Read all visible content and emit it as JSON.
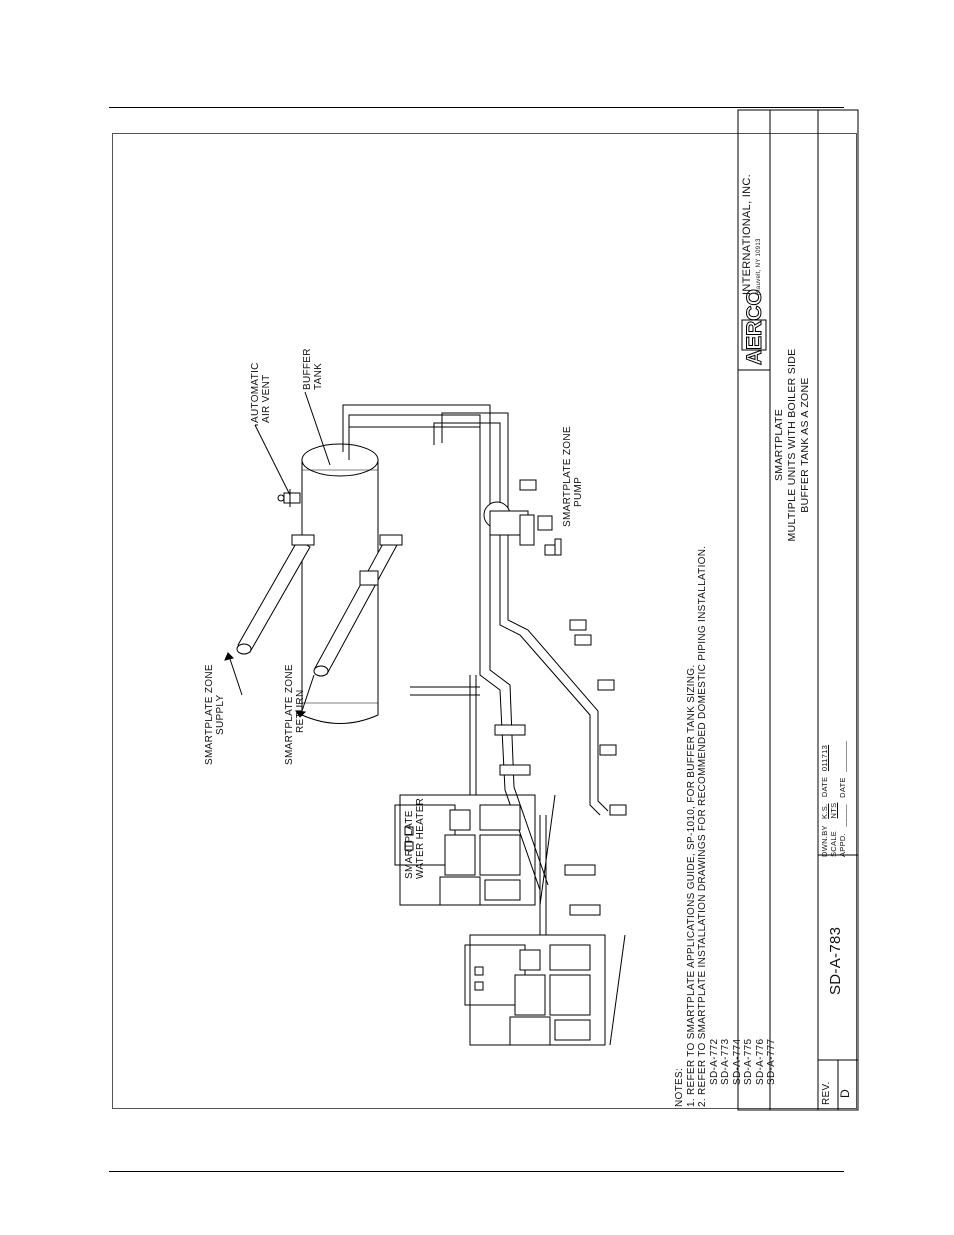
{
  "callouts": {
    "zone_supply": [
      "SMARTPLATE  ZONE",
      "SUPPLY"
    ],
    "zone_return": [
      "SMARTPLATE  ZONE",
      "RETURN"
    ],
    "air_vent": [
      "AUTOMATIC",
      "AIR VENT"
    ],
    "buffer_tank": [
      "BUFFER",
      "TANK"
    ],
    "zone_pump": [
      "SMARTPLATE  ZONE",
      "PUMP"
    ],
    "water_heater": [
      "SMARTPLATE",
      "WATER  HEATER"
    ]
  },
  "notes": {
    "heading": "NOTES:",
    "items": [
      "1.  REFER  TO  SMARTPLATE  APPLICATIONS  GUIDE,  SP-1010,  FOR  BUFFER  TANK  SIZING.",
      "2.  REFER  TO  SMARTPLATE  INSTALLATION  DRAWINGS  FOR  RECOMMENDED  DOMESTIC  PIPING  INSTALLATION."
    ],
    "drawings": [
      "SD-A-772",
      "SD-A-773",
      "SD-A-774",
      "SD-A-775",
      "SD-A-776",
      "SD-A-777"
    ]
  },
  "title_block": {
    "logo": "AERCO",
    "company": "INTERNATIONAL, INC.",
    "address": "Blauvelt, NY 10913",
    "title_lines": [
      "SMARTPLATE",
      "MULTIPLE  UNITS  WITH  BOILER  SIDE",
      "BUFFER  TANK  AS  A  ZONE"
    ],
    "dwn_label": "DWN.BY",
    "dwn_value": "K.S.",
    "date_label": "DATE",
    "date_value": "011713",
    "scale_label": "SCALE",
    "scale_value": "NTS",
    "appd_label": "APPD.",
    "appd_value": "_____",
    "date2_label": "DATE",
    "date2_value": "_______",
    "drawing_number": "SD-A-783",
    "rev_label": "REV.",
    "rev_value": "D"
  }
}
